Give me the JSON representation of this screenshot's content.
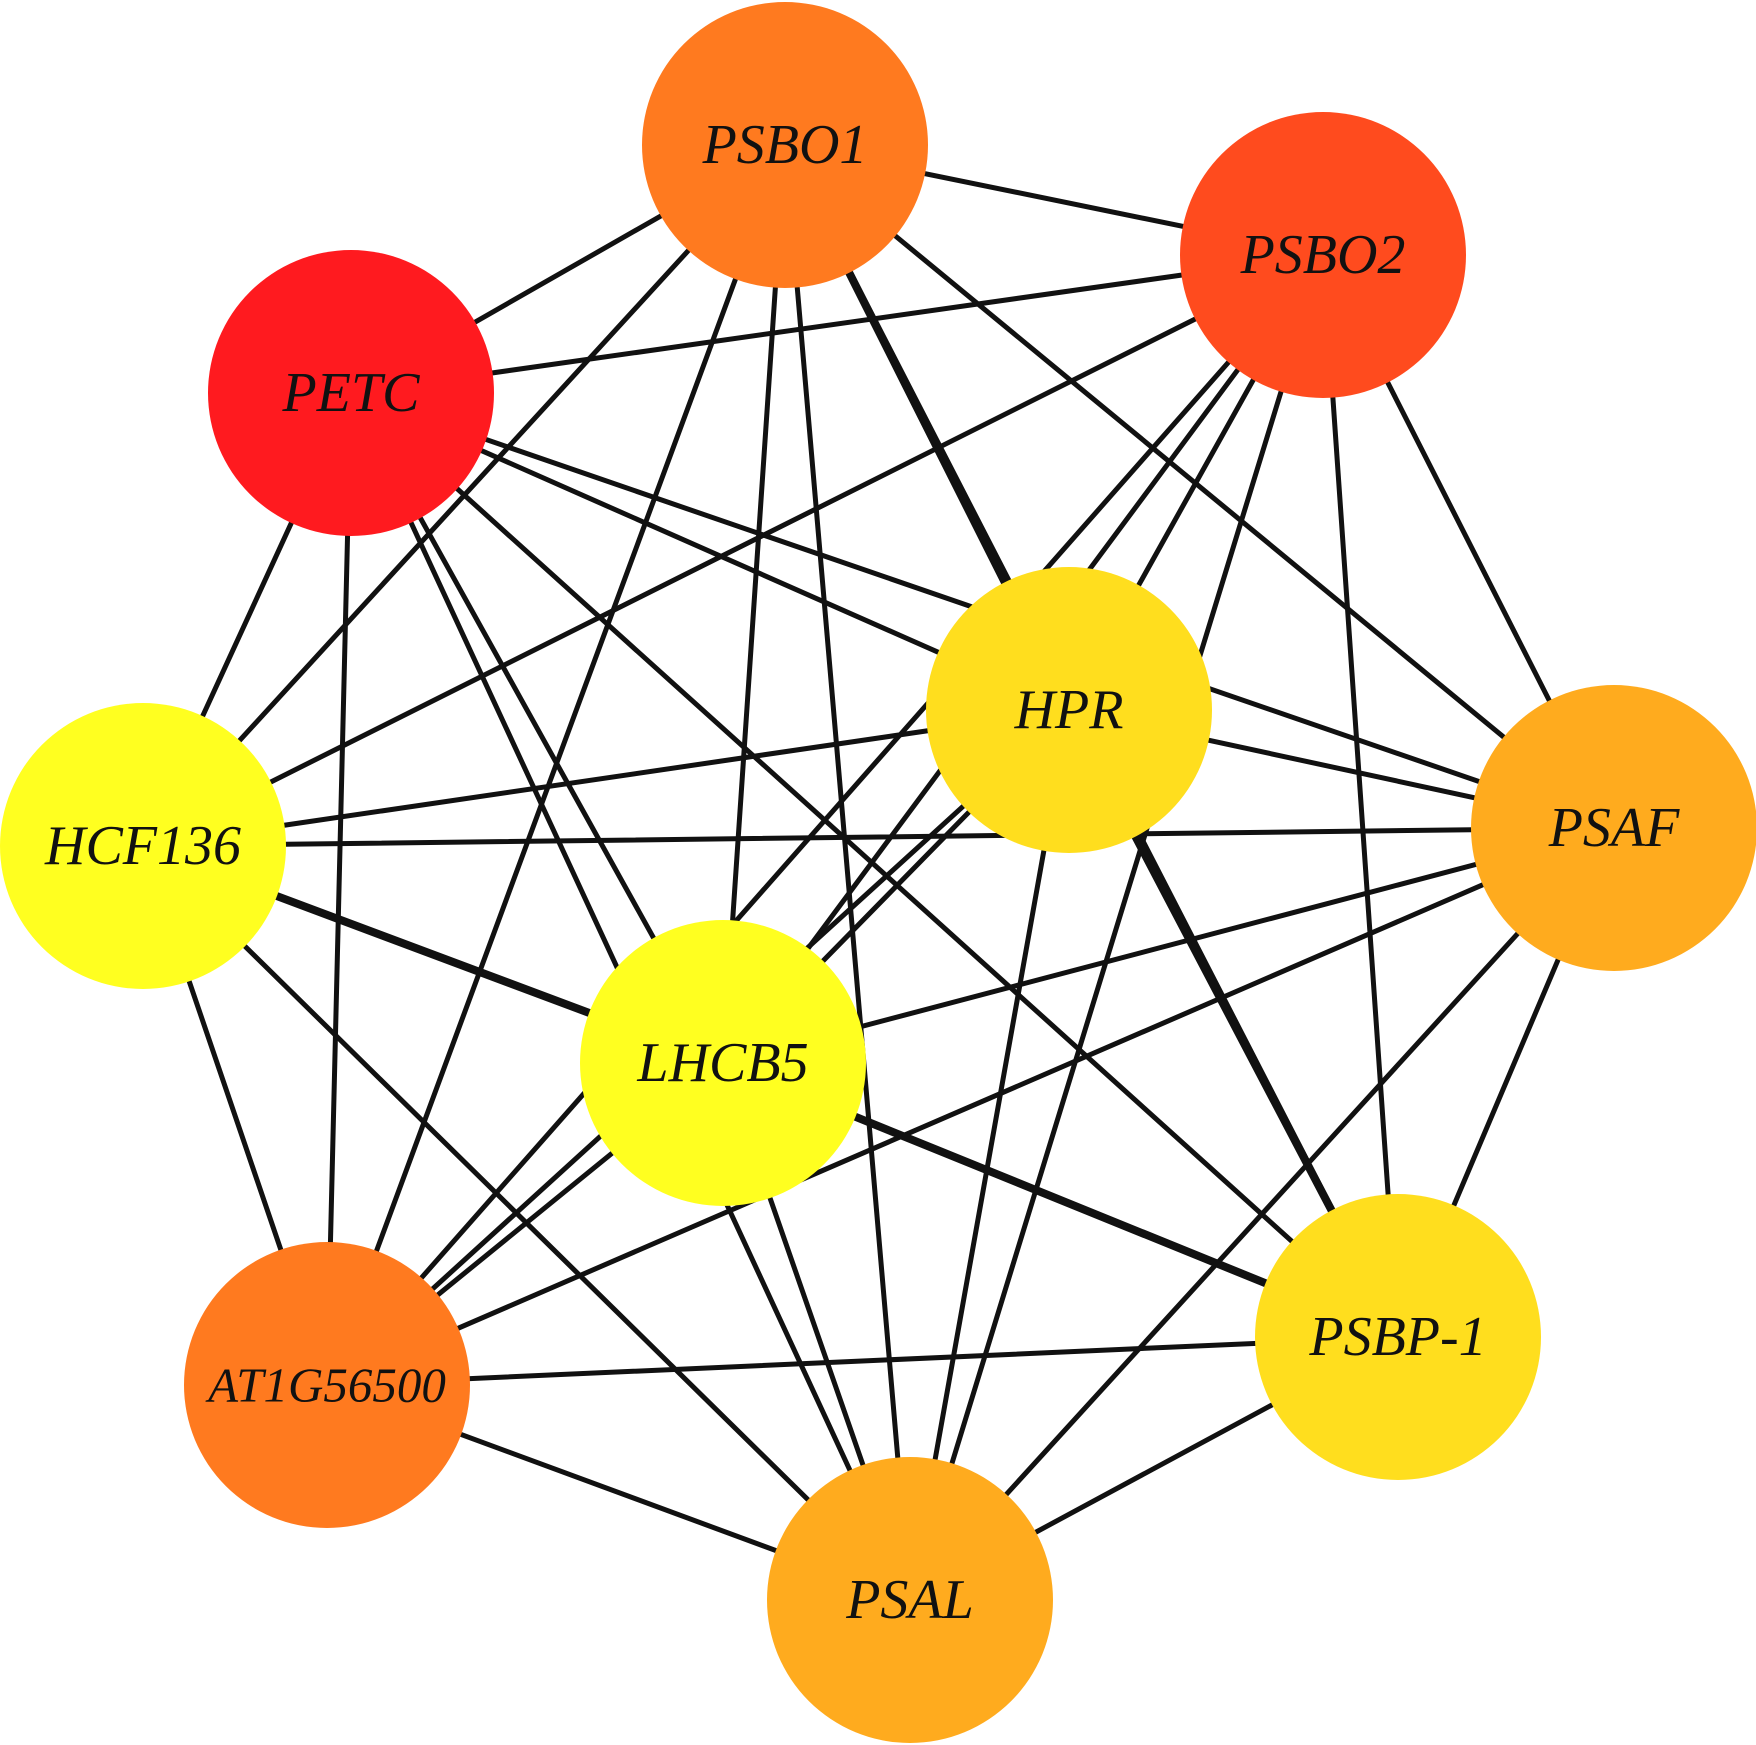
{
  "network": {
    "nodes": [
      {
        "id": "PSBO1",
        "label": "PSBO1",
        "color": "#FF7A1F"
      },
      {
        "id": "PSBO2",
        "label": "PSBO2",
        "color": "#FF4B1E"
      },
      {
        "id": "PETC",
        "label": "PETC",
        "color": "#FF1A1F"
      },
      {
        "id": "HPR",
        "label": "HPR",
        "color": "#FFDE1E"
      },
      {
        "id": "PSAF",
        "label": "PSAF",
        "color": "#FFAB1E"
      },
      {
        "id": "HCF136",
        "label": "HCF136",
        "color": "#FFFF20"
      },
      {
        "id": "LHCB5",
        "label": "LHCB5",
        "color": "#FFFF20"
      },
      {
        "id": "PSBP-1",
        "label": "PSBP-1",
        "color": "#FFDE1E"
      },
      {
        "id": "AT1G56500",
        "label": "AT1G56500",
        "color": "#FF7A1F"
      },
      {
        "id": "PSAL",
        "label": "PSAL",
        "color": "#FFAB1E"
      }
    ],
    "edges": [
      {
        "source": "PSBO1",
        "target": "PSBO2",
        "weight": 1
      },
      {
        "source": "PSBO1",
        "target": "PETC",
        "weight": 1
      },
      {
        "source": "PSBO1",
        "target": "HPR",
        "weight": 2
      },
      {
        "source": "PSBO1",
        "target": "PSAF",
        "weight": 1
      },
      {
        "source": "PSBO1",
        "target": "HCF136",
        "weight": 1
      },
      {
        "source": "PSBO1",
        "target": "LHCB5",
        "weight": 1
      },
      {
        "source": "PSBO1",
        "target": "PSBP-1",
        "weight": 1
      },
      {
        "source": "PSBO1",
        "target": "AT1G56500",
        "weight": 1
      },
      {
        "source": "PSBO1",
        "target": "PSAL",
        "weight": 1
      },
      {
        "source": "PSBO2",
        "target": "PETC",
        "weight": 1
      },
      {
        "source": "PSBO2",
        "target": "HPR",
        "weight": 1
      },
      {
        "source": "PSBO2",
        "target": "PSAF",
        "weight": 1
      },
      {
        "source": "PSBO2",
        "target": "HCF136",
        "weight": 1
      },
      {
        "source": "PSBO2",
        "target": "LHCB5",
        "weight": 1
      },
      {
        "source": "PSBO2",
        "target": "PSBP-1",
        "weight": 1
      },
      {
        "source": "PSBO2",
        "target": "AT1G56500",
        "weight": 1
      },
      {
        "source": "PSBO2",
        "target": "PSAL",
        "weight": 1
      },
      {
        "source": "PETC",
        "target": "HPR",
        "weight": 1
      },
      {
        "source": "PETC",
        "target": "PSAF",
        "weight": 1
      },
      {
        "source": "PETC",
        "target": "HCF136",
        "weight": 1
      },
      {
        "source": "PETC",
        "target": "LHCB5",
        "weight": 1
      },
      {
        "source": "PETC",
        "target": "PSBP-1",
        "weight": 1
      },
      {
        "source": "PETC",
        "target": "AT1G56500",
        "weight": 1
      },
      {
        "source": "PETC",
        "target": "PSAL",
        "weight": 1
      },
      {
        "source": "HPR",
        "target": "PSAF",
        "weight": 1
      },
      {
        "source": "HPR",
        "target": "HCF136",
        "weight": 1
      },
      {
        "source": "HPR",
        "target": "LHCB5",
        "weight": 1
      },
      {
        "source": "HPR",
        "target": "PSBP-1",
        "weight": 2
      },
      {
        "source": "HPR",
        "target": "AT1G56500",
        "weight": 1
      },
      {
        "source": "HPR",
        "target": "PSAL",
        "weight": 1
      },
      {
        "source": "PSAF",
        "target": "HCF136",
        "weight": 1
      },
      {
        "source": "PSAF",
        "target": "LHCB5",
        "weight": 1
      },
      {
        "source": "PSAF",
        "target": "PSBP-1",
        "weight": 1
      },
      {
        "source": "PSAF",
        "target": "AT1G56500",
        "weight": 1
      },
      {
        "source": "PSAF",
        "target": "PSAL",
        "weight": 1
      },
      {
        "source": "HCF136",
        "target": "LHCB5",
        "weight": 2
      },
      {
        "source": "HCF136",
        "target": "AT1G56500",
        "weight": 1
      },
      {
        "source": "HCF136",
        "target": "PSAL",
        "weight": 1
      },
      {
        "source": "LHCB5",
        "target": "PSBP-1",
        "weight": 2
      },
      {
        "source": "LHCB5",
        "target": "AT1G56500",
        "weight": 1
      },
      {
        "source": "LHCB5",
        "target": "PSAL",
        "weight": 1
      },
      {
        "source": "PSBP-1",
        "target": "AT1G56500",
        "weight": 1
      },
      {
        "source": "PSBP-1",
        "target": "PSAL",
        "weight": 1
      },
      {
        "source": "AT1G56500",
        "target": "PSAL",
        "weight": 1
      }
    ]
  }
}
